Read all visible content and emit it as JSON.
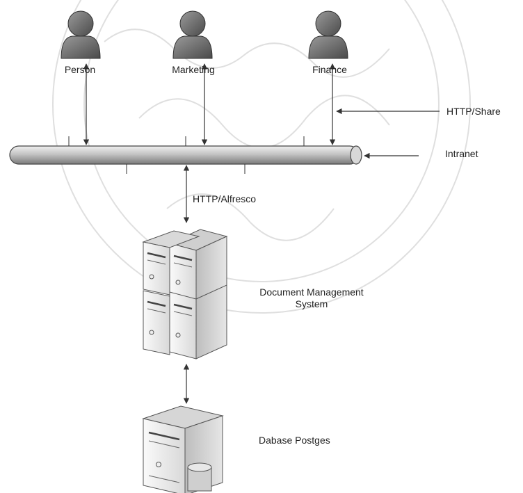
{
  "actors": [
    {
      "name": "Person"
    },
    {
      "name": "Marketing"
    },
    {
      "name": "Finance"
    }
  ],
  "labels": {
    "http_share": "HTTP/Share",
    "intranet": "Intranet",
    "http_alfresco": "HTTP/Alfresco",
    "dms_line1": "Document Management",
    "dms_line2": "System",
    "database": "Dabase Postges"
  },
  "colors": {
    "actor_fill": "#6f6f6f",
    "bus_fill": "#b8b8b8",
    "server_fill": "#e8e8e8",
    "line": "#333333",
    "watermark": "#d6d6d6"
  }
}
